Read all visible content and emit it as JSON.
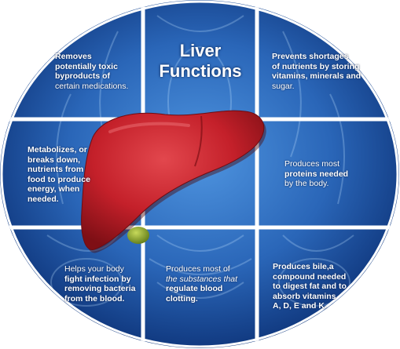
{
  "title": {
    "line1": "Liver",
    "line2": "Functions"
  },
  "panels": [
    {
      "id": "top-left",
      "lines": [
        "Removes",
        "potentially toxic",
        "byproducts of",
        "certain medications."
      ]
    },
    {
      "id": "top-right",
      "lines": [
        "Prevents shortages",
        "of nutrients by storing",
        "vitamins, minerals and",
        "sugar."
      ]
    },
    {
      "id": "mid-left",
      "lines": [
        "Metabolizes, or",
        "breaks down,",
        "nutrients from",
        "food to produce",
        "energy, when",
        "needed."
      ]
    },
    {
      "id": "mid-right",
      "lines": [
        "Produces most",
        "proteins needed",
        "by the body."
      ]
    },
    {
      "id": "bottom-left",
      "lines": [
        "Helps your body",
        "fight infection by",
        "removing bacteria",
        "from the blood."
      ]
    },
    {
      "id": "bottom-center",
      "lines": [
        "Produces most of",
        "the substances that",
        "regulate blood",
        "clotting."
      ]
    },
    {
      "id": "bottom-right",
      "lines": [
        "Produces bile,a",
        "compound needed",
        "to digest fat and to",
        "absorb vitamins",
        "A, D, E and K."
      ]
    }
  ],
  "colors": {
    "background_dark": "#0b2f73",
    "background_light": "#3b7fd0",
    "grid_line": "#ffffff",
    "liver_main": "#c4202a",
    "liver_dark": "#7e0f15",
    "gallbladder": "#8fae2b"
  }
}
